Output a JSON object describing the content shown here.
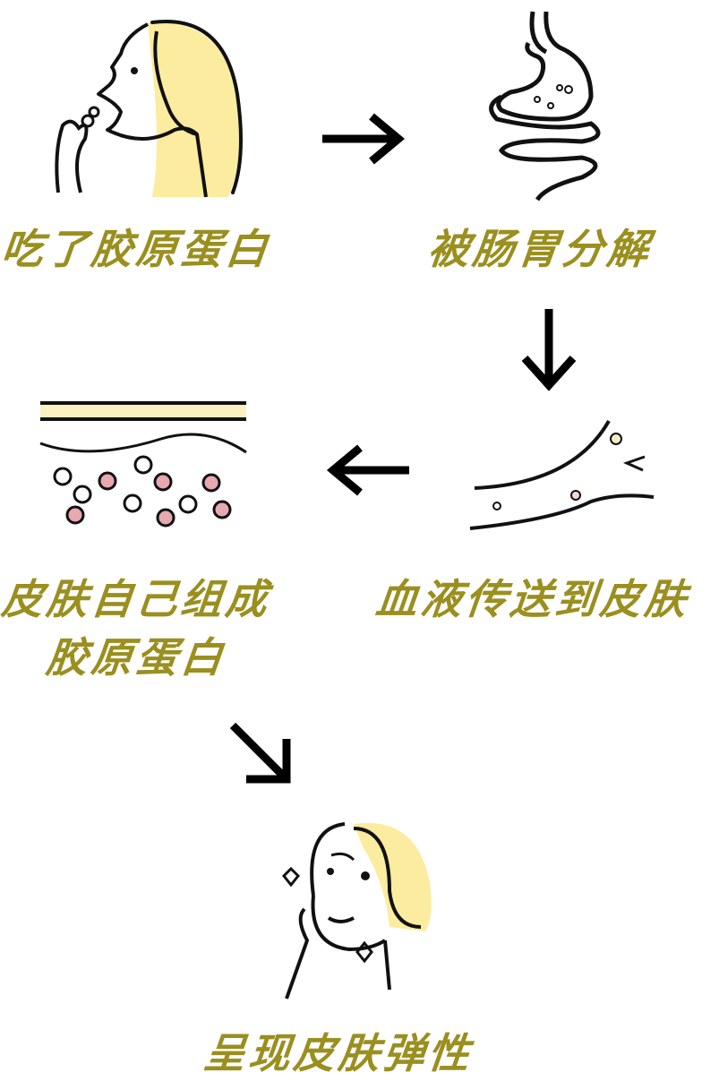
{
  "colors": {
    "label": "#9a8f1f",
    "hair": "#fbec9f",
    "line": "#111111",
    "cell_pink": "#e8a8b0",
    "background": "#ffffff"
  },
  "steps": [
    {
      "id": 1,
      "label": "吃了胶原蛋白",
      "icon": "woman-eating-icon"
    },
    {
      "id": 2,
      "label": "被肠胃分解",
      "icon": "stomach-intestine-icon"
    },
    {
      "id": 3,
      "label": "血液传送到皮肤",
      "icon": "blood-vessel-icon"
    },
    {
      "id": 4,
      "label_line1": "皮肤自己组成",
      "label_line2": "胶原蛋白",
      "icon": "skin-layer-icon"
    },
    {
      "id": 5,
      "label": "呈现皮肤弹性",
      "icon": "happy-woman-icon"
    }
  ],
  "arrows": [
    {
      "from": 1,
      "to": 2,
      "direction": "right"
    },
    {
      "from": 2,
      "to": 3,
      "direction": "down"
    },
    {
      "from": 3,
      "to": 4,
      "direction": "left"
    },
    {
      "from": 4,
      "to": 5,
      "direction": "down-right"
    }
  ]
}
